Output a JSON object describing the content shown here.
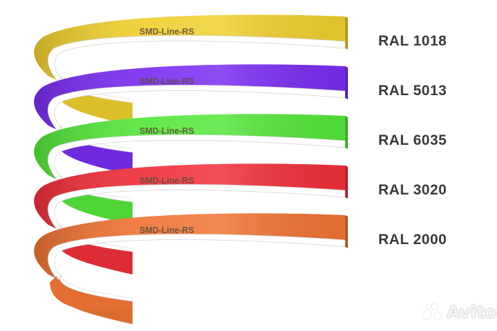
{
  "bands": [
    {
      "brand_label": "SMD-Line-RS",
      "ral_code": "RAL 1018",
      "color": "#efcf2e"
    },
    {
      "brand_label": "SMD-Line-RS",
      "ral_code": "RAL 5013",
      "color": "#7a2df0"
    },
    {
      "brand_label": "SMD-Line-RS",
      "ral_code": "RAL 6035",
      "color": "#55e63a"
    },
    {
      "brand_label": "SMD-Line-RS",
      "ral_code": "RAL 3020",
      "color": "#f0303a"
    },
    {
      "brand_label": "SMD-Line-RS",
      "ral_code": "RAL 2000",
      "color": "#ef7434"
    }
  ],
  "watermark": {
    "text": "Avito"
  }
}
